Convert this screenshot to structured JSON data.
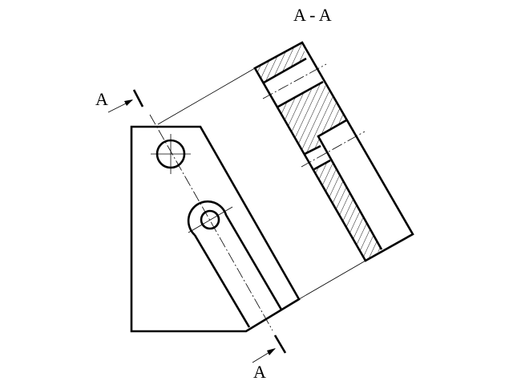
{
  "drawing": {
    "section_title": "A - A",
    "cut_label_top": "A",
    "cut_label_bottom": "A",
    "line_color": "#000000",
    "background": "#ffffff"
  }
}
